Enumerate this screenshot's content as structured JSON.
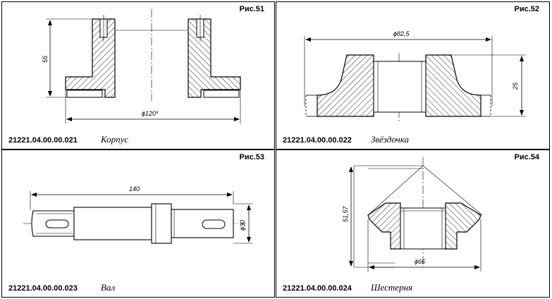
{
  "panels": [
    {
      "fig": "Рис.51",
      "code": "21221.04.00.00.021",
      "name": "Корпус",
      "dims": {
        "height": "55",
        "diameter": "ϕ120*"
      }
    },
    {
      "fig": "Рис.52",
      "code": "21221.04.00.00.022",
      "name": "Звёздочка",
      "dims": {
        "diameter": "ϕ82,5",
        "height": "25"
      }
    },
    {
      "fig": "Рис.53",
      "code": "21221.04.00.00.023",
      "name": "Вал",
      "dims": {
        "length": "140",
        "diameter": "ϕ30"
      }
    },
    {
      "fig": "Рис.54",
      "code": "21221.04.00.00.024",
      "name": "Шестерня",
      "dims": {
        "height": "51,57",
        "diameter": "ϕ66"
      }
    }
  ]
}
